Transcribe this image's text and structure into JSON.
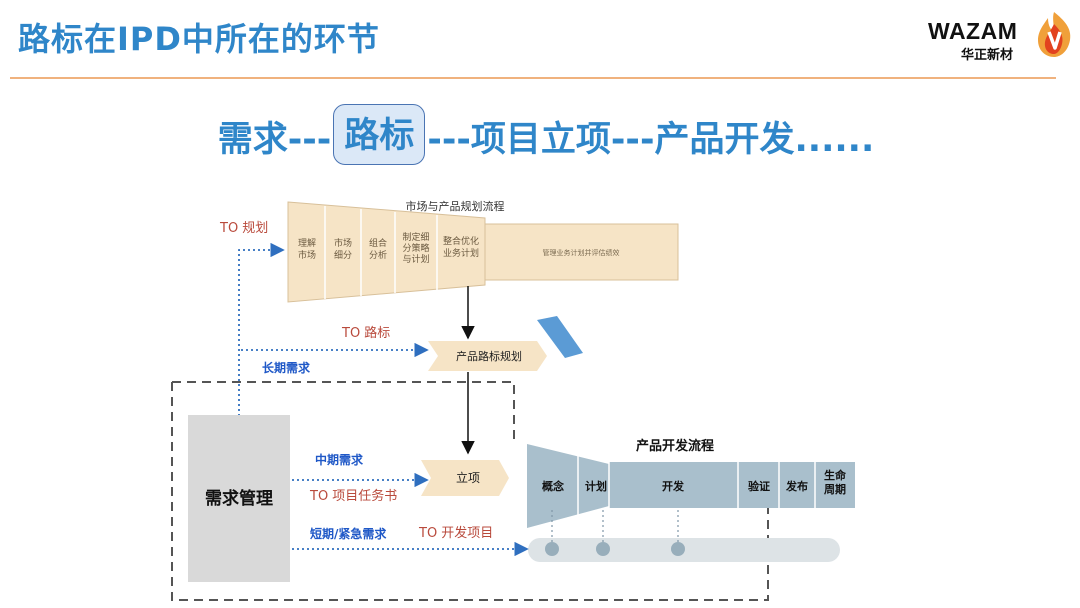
{
  "header": {
    "title": "路标在IPD中所在的环节",
    "logo_text": "WAZAM",
    "logo_sub": "华正新材"
  },
  "flow": {
    "before": "需求---",
    "highlight": "路标",
    "after": "---项目立项---产品开发......"
  },
  "colors": {
    "title_blue": "#2f86c9",
    "header_rule": "#f0b27e",
    "funnel_fill": "#f6e4c6",
    "arrow_blue": "#2f6fbf",
    "dev_fill": "#a9bfcc",
    "label_red": "#b94a3c",
    "label_blue": "#1f58c7"
  },
  "diagram": {
    "market_process": {
      "title": "市场与产品规划流程",
      "steps": [
        "理解市场",
        "市场细分",
        "组合分析",
        "制定细分策略与计划",
        "整合优化业务计划"
      ],
      "tail_label": "管理业务计划并评估绩效"
    },
    "roadmap_label": "产品路标规划",
    "project_label": "立项",
    "demand_box": "需求管理",
    "dev_process": {
      "title": "产品开发流程",
      "phases": [
        "概念",
        "计划",
        "开发",
        "验证",
        "发布",
        "生命周期"
      ]
    },
    "labels": {
      "to_planning": "TO 规划",
      "to_roadmap": "TO 路标",
      "long_term": "长期需求",
      "mid_term": "中期需求",
      "to_project_task": "TO 项目任务书",
      "short_term": "短期/紧急需求",
      "to_dev_project": "TO 开发项目"
    }
  }
}
